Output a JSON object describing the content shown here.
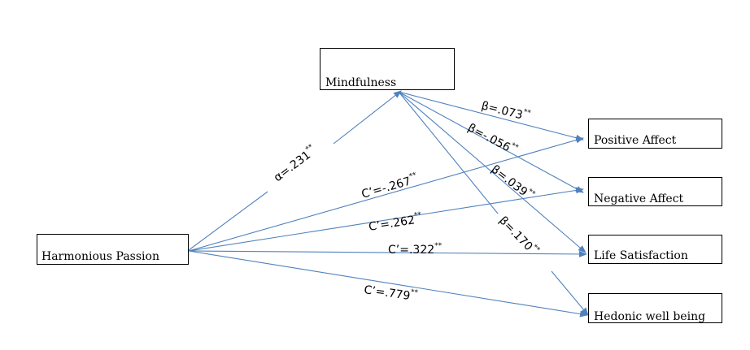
{
  "nodes": {
    "mindfulness": "Mindfulness",
    "harmonious_passion": "Harmonious Passion",
    "positive_affect": "Positive Affect",
    "negative_affect": "Negative Affect",
    "life_satisfaction": "Life Satisfaction",
    "hedonic_well_being": "Hedonic well being"
  },
  "paths": {
    "a": {
      "value": "α=.231",
      "sig": "**"
    },
    "b_positive_affect": {
      "value": "β=.073",
      "sig": "**"
    },
    "b_negative_affect": {
      "value": "β=-.056",
      "sig": "**"
    },
    "b_life_satisfaction": {
      "value": "β=.039",
      "sig": "**"
    },
    "b_hedonic_well_being": {
      "value": "β=.170",
      "sig": "**"
    },
    "c_positive_affect": {
      "value": "C’=-.267",
      "sig": "**"
    },
    "c_negative_affect": {
      "value": "C’=.262",
      "sig": "**"
    },
    "c_life_satisfaction": {
      "value": "C’=.322",
      "sig": "**"
    },
    "c_hedonic_well_being": {
      "value": "C’=.779",
      "sig": "**"
    }
  },
  "colors": {
    "arrow": "#4f81bd",
    "box_border": "#000000",
    "text": "#000000"
  }
}
